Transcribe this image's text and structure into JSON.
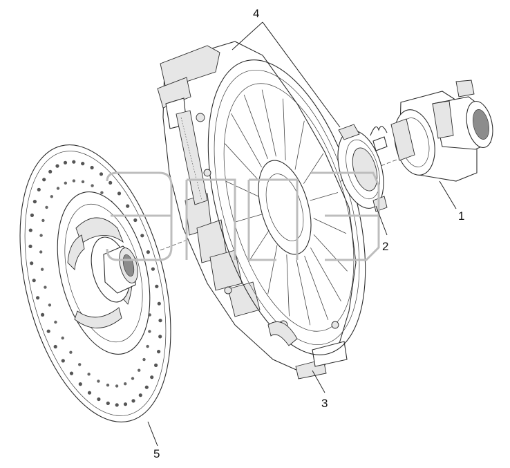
{
  "callouts": [
    {
      "id": "1",
      "text": "1"
    },
    {
      "id": "2",
      "text": "2"
    },
    {
      "id": "3",
      "text": "3"
    },
    {
      "id": "4",
      "text": "4"
    },
    {
      "id": "5",
      "text": "5"
    }
  ],
  "colors": {
    "line": "#2b2b2b",
    "background": "#ffffff",
    "watermark": "#bdbdbd"
  },
  "parts": [
    {
      "callout": "1",
      "part": "release-bearing"
    },
    {
      "callout": "2",
      "part": "retaining-ring"
    },
    {
      "callout": "3",
      "part": "clutch-pressure-plate"
    },
    {
      "callout": "4",
      "part": "spring-clips"
    },
    {
      "callout": "5",
      "part": "clutch-disc"
    }
  ]
}
